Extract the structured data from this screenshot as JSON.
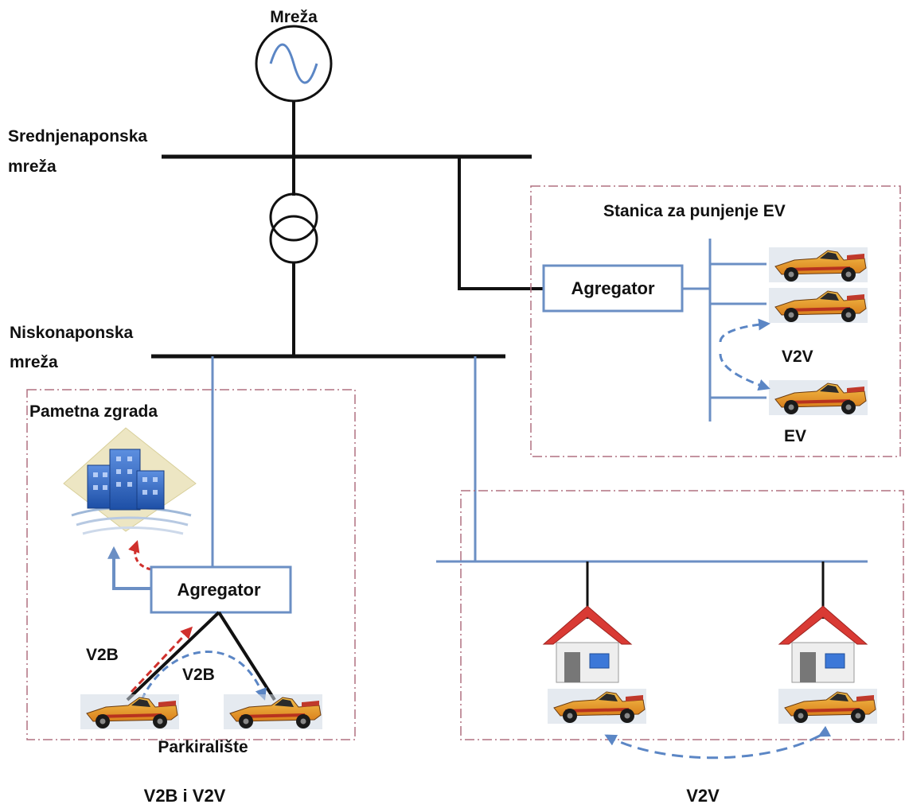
{
  "labels": {
    "grid": "Mreža",
    "mv_grid_line1": "Srednjenaponska",
    "mv_grid_line2": "mreža",
    "lv_grid_line1": "Niskonaponska",
    "lv_grid_line2": "mreža",
    "charging_station": "Stanica za punjenje EV",
    "aggregator_station": "Agregator",
    "v2v_station": "V2V",
    "ev": "EV",
    "smart_building": "Pametna zgrada",
    "aggregator_building": "Agregator",
    "v2b_left": "V2B",
    "v2b_mid": "V2B",
    "parking": "Parkiralište",
    "bottom_left_caption": "V2B i V2V",
    "bottom_right_caption": "V2V"
  },
  "colors": {
    "black_line": "#111111",
    "blue_line": "#6b8fc4",
    "box_border": "#b07080",
    "dashed_blue": "#5b86c5",
    "dashed_red": "#d0302c",
    "roof_red": "#d93a34",
    "car_body": "#e7a12c"
  },
  "icons": [
    "sine-wave-icon",
    "transformer-icon",
    "race-car-icon",
    "house-icon",
    "smart-building-icon"
  ]
}
